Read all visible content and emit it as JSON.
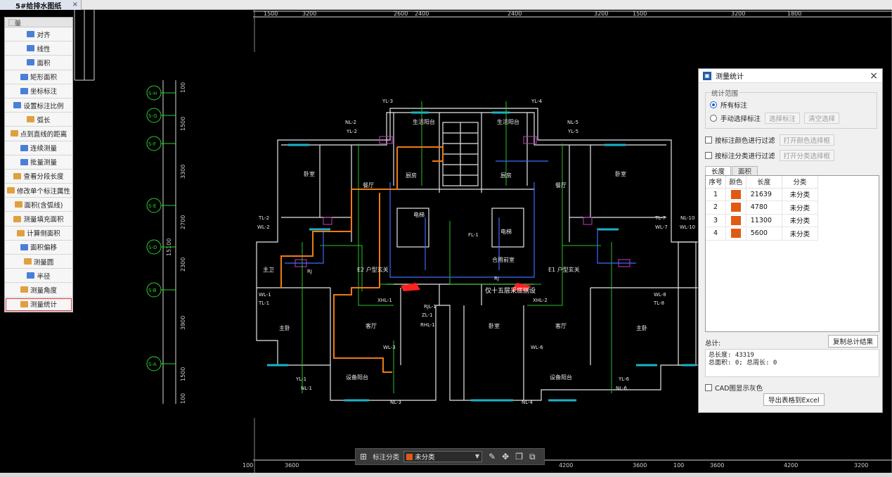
{
  "window": {
    "tab_title": "5#给排水图纸",
    "tab_close": "×"
  },
  "measure_panel": {
    "title": "测量",
    "items": [
      {
        "label": "对齐",
        "icon": "align-icon"
      },
      {
        "label": "线性",
        "icon": "linear-icon"
      },
      {
        "label": "面积",
        "icon": "area-icon"
      },
      {
        "label": "矩形面积",
        "icon": "rect-area-icon"
      },
      {
        "label": "坐标标注",
        "icon": "coordinate-icon"
      },
      {
        "label": "设置标注比例",
        "icon": "scale-icon"
      },
      {
        "label": "弧长",
        "icon": "arc-length-icon"
      },
      {
        "label": "点到直线的距离",
        "icon": "point-line-icon"
      },
      {
        "label": "连续测量",
        "icon": "continuous-icon"
      },
      {
        "label": "批量测量",
        "icon": "batch-icon"
      },
      {
        "label": "查看分段长度",
        "icon": "segment-icon"
      },
      {
        "label": "修改单个标注属性",
        "icon": "edit-icon"
      },
      {
        "label": "面积(含弧线)",
        "icon": "arc-area-icon"
      },
      {
        "label": "测量填充面积",
        "icon": "fill-area-icon"
      },
      {
        "label": "计算侧面积",
        "icon": "side-area-icon"
      },
      {
        "label": "面积偏移",
        "icon": "offset-icon"
      },
      {
        "label": "测量圆",
        "icon": "circle-icon"
      },
      {
        "label": "半径",
        "icon": "radius-icon"
      },
      {
        "label": "测量角度",
        "icon": "angle-icon"
      },
      {
        "label": "测量统计",
        "icon": "stats-icon"
      }
    ]
  },
  "dialog": {
    "title": "测量统计",
    "close": "×",
    "scope_legend": "统计范围",
    "radio_all": "所有标注",
    "radio_manual": "手动选择标注",
    "btn_select": "选择标注",
    "btn_clear": "清空选择",
    "filter_color": "按标注颜色进行过滤",
    "btn_color": "打开颜色选择框",
    "filter_class": "按标注分类进行过滤",
    "btn_class": "打开分类选择框",
    "tab_length": "长度",
    "tab_area": "面积",
    "columns": {
      "index": "序号",
      "color": "颜色",
      "length": "长度",
      "class": "分类"
    },
    "rows": [
      {
        "index": "1",
        "color": "#e05a14",
        "length": "21639",
        "class": "未分类"
      },
      {
        "index": "2",
        "color": "#e05a14",
        "length": "4780",
        "class": "未分类"
      },
      {
        "index": "3",
        "color": "#e05a14",
        "length": "11300",
        "class": "未分类"
      },
      {
        "index": "4",
        "color": "#e05a14",
        "length": "5600",
        "class": "未分类"
      }
    ],
    "total_label": "总计:",
    "btn_copy": "复制总计结果",
    "summary_line1": "总长度: 43319",
    "summary_line2": "总面积: 0; 总周长: 0",
    "cad_gray": "CAD图显示灰色",
    "btn_export": "导出表格到Excel"
  },
  "classbar": {
    "label": "标注分类",
    "selected": "未分类",
    "swatch": "#e05a14"
  },
  "drawing": {
    "top_dims": [
      "1500",
      "3200",
      "2600",
      "2400",
      "2400",
      "3200",
      "1500",
      "3200",
      "1800"
    ],
    "bottom_dims": [
      "100",
      "3600",
      "4200",
      "3600",
      "100",
      "3600",
      "4200",
      "3200"
    ],
    "left_dims": [
      "100",
      "1500",
      "3300",
      "2700",
      "2300",
      "3900",
      "1500",
      "100"
    ],
    "total_dim": "15100",
    "axis_tags": [
      "S-H",
      "S-G",
      "S-F",
      "S-E",
      "S-D",
      "S-B",
      "S-A"
    ],
    "rooms": [
      "卧室",
      "卧室",
      "厨房",
      "厨房",
      "餐厅",
      "餐厅",
      "客厅",
      "客厅",
      "主卧",
      "主卧",
      "卧室",
      "生活阳台",
      "生活阳台",
      "设备阳台",
      "设备阳台",
      "电梯",
      "电梯",
      "合用前室",
      "E2 户型玄关",
      "E1 户型玄关",
      "主卫"
    ],
    "pipe_tags": [
      "YL-3",
      "YL-4",
      "NL-2",
      "YL-2",
      "NL-5",
      "YL-5",
      "TL-2",
      "WL-2",
      "TL-7",
      "WL-7",
      "NL-10",
      "WL-10",
      "WL-1",
      "TL-1",
      "WL-8",
      "TL-8",
      "YL-1",
      "NL-1",
      "YL-6",
      "NL-6",
      "WL-3",
      "WL-6",
      "NL-3",
      "NL-4",
      "FL-1",
      "XHL-1",
      "XHL-2",
      "RJ",
      "RJ",
      "RJL-1",
      "ZL-1",
      "RHL-1"
    ],
    "note": "仅十五层采底侧设"
  }
}
